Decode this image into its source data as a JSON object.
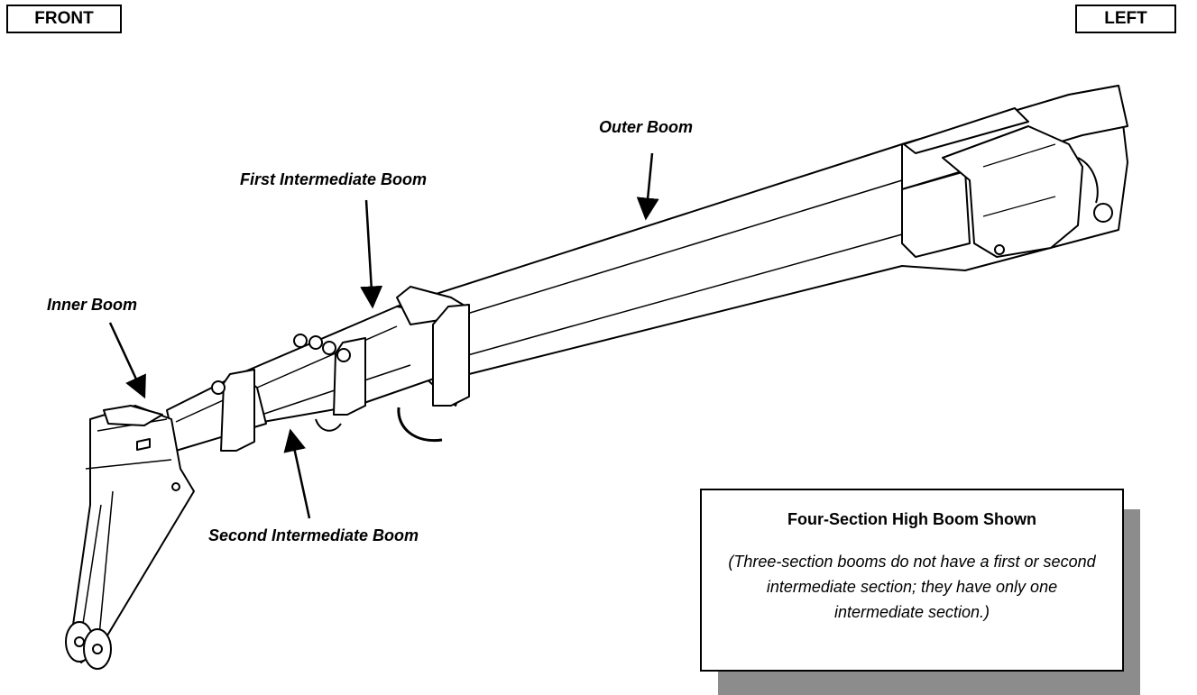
{
  "view_tags": {
    "front": "FRONT",
    "left": "LEFT"
  },
  "callouts": {
    "outer_boom": "Outer Boom",
    "first_intermediate_boom": "First Intermediate Boom",
    "inner_boom": "Inner Boom",
    "second_intermediate_boom": "Second Intermediate Boom"
  },
  "note": {
    "title": "Four-Section High Boom Shown",
    "body": "(Three-section booms do not have a first or second intermediate section; they have only one intermediate section.)"
  }
}
